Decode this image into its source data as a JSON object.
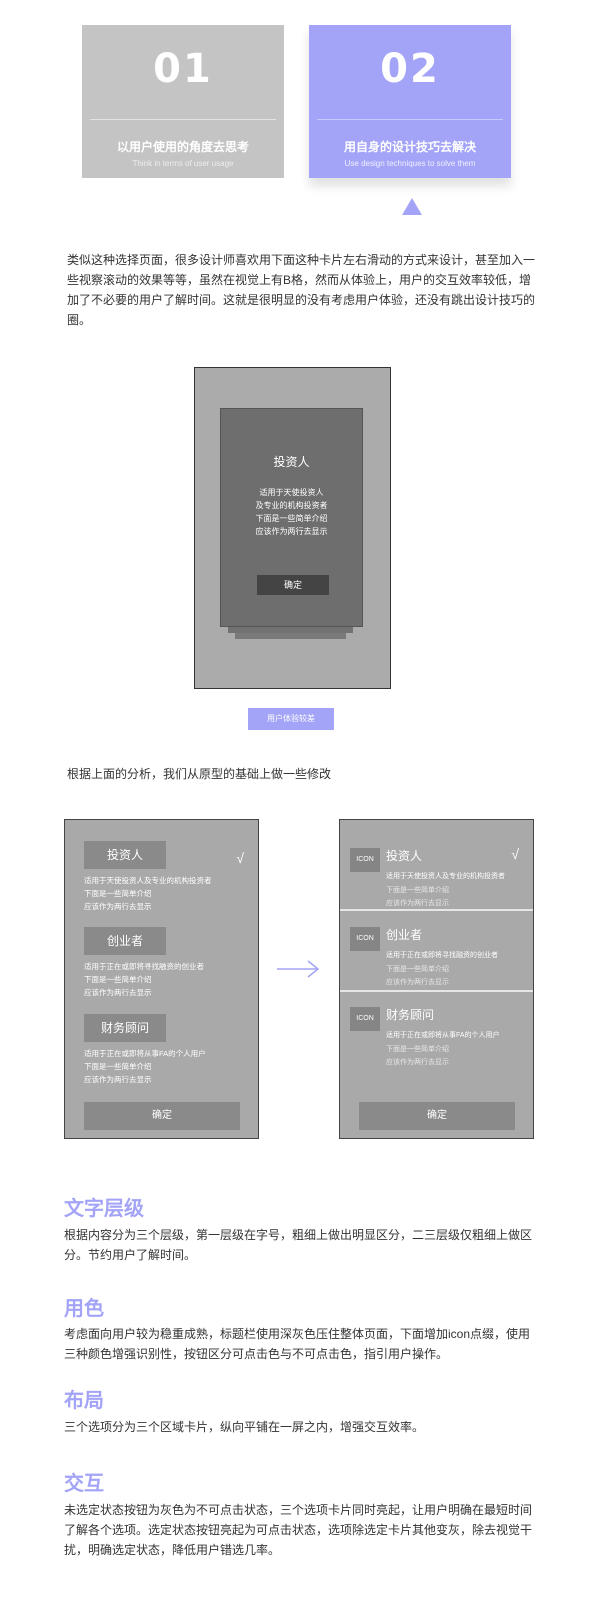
{
  "cards": [
    {
      "num": "01",
      "cn": "以用户使用的角度去思考",
      "en": "Think in terms of user usage"
    },
    {
      "num": "02",
      "cn": "用自身的设计技巧去解决",
      "en": "Use design techniques to solve them"
    }
  ],
  "intro": "类似这种选择页面，很多设计师喜欢用下面这种卡片左右滑动的方式来设计，甚至加入一些视察滚动的效果等等，虽然在视觉上有B格，然而从体验上，用户的交互效率较低，增加了不必要的用户了解时间。这就是很明显的没有考虑用户体验，还没有跳出设计技巧的圈。",
  "phone1": {
    "title": "投资人",
    "lines": [
      "适用于天使投资人",
      "及专业的机构投资者",
      "下面是一些简单介绍",
      "应该作为两行去显示"
    ],
    "button": "确定"
  },
  "tag": "用户体验较差",
  "analysis": "根据上面的分析，我们从原型的基础上做一些修改",
  "phone2": {
    "options": [
      {
        "title": "投资人",
        "lines": [
          "适用于天使投资人及专业的机构投资者",
          "下面是一些简单介绍",
          "应该作为两行去显示"
        ]
      },
      {
        "title": "创业者",
        "lines": [
          "适用于正在或即将寻找融资的创业者",
          "下面是一些简单介绍",
          "应该作为两行去显示"
        ]
      },
      {
        "title": "财务顾问",
        "lines": [
          "适用于正在或即将从事FA的个人用户",
          "下面是一些简单介绍",
          "应该作为两行去显示"
        ]
      }
    ],
    "check": "√",
    "button": "确定"
  },
  "phone3": {
    "icon_label": "ICON",
    "options": [
      {
        "title": "投资人",
        "desc": "适用于天使投资人及专业的机构投资者",
        "sub": [
          "下面是一些简单介绍",
          "应该作为两行去显示"
        ]
      },
      {
        "title": "创业者",
        "desc": "适用于正在或即将寻找融资的创业者",
        "sub": [
          "下面是一些简单介绍",
          "应该作为两行去显示"
        ]
      },
      {
        "title": "财务顾问",
        "desc": "适用于正在或即将从事FA的个人用户",
        "sub": [
          "下面是一些简单介绍",
          "应该作为两行去显示"
        ]
      }
    ],
    "check": "√",
    "button": "确定"
  },
  "sections": [
    {
      "heading": "文字层级",
      "text": "根据内容分为三个层级，第一层级在字号，粗细上做出明显区分，二三层级仅粗细上做区分。节约用户了解时间。"
    },
    {
      "heading": "用色",
      "text": "考虑面向用户较为稳重成熟，标题栏使用深灰色压住整体页面，下面增加icon点缀，使用三种颜色增强识别性，按钮区分可点击色与不可点击色，指引用户操作。"
    },
    {
      "heading": "布局",
      "text": "三个选项分为三个区域卡片，纵向平铺在一屏之内，增强交互效率。"
    },
    {
      "heading": "交互",
      "text": "未选定状态按钮为灰色为不可点击状态，三个选项卡片同时亮起，让用户明确在最短时间了解各个选项。选定状态按钮亮起为可点击状态，选项除选定卡片其他变灰，除去视觉干扰，明确选定状态，降低用户错选几率。"
    }
  ],
  "colors": {
    "accent": "#a3a4f7",
    "card_grey": "#c4c4c4",
    "wire_grey": "#a9a9a9"
  }
}
